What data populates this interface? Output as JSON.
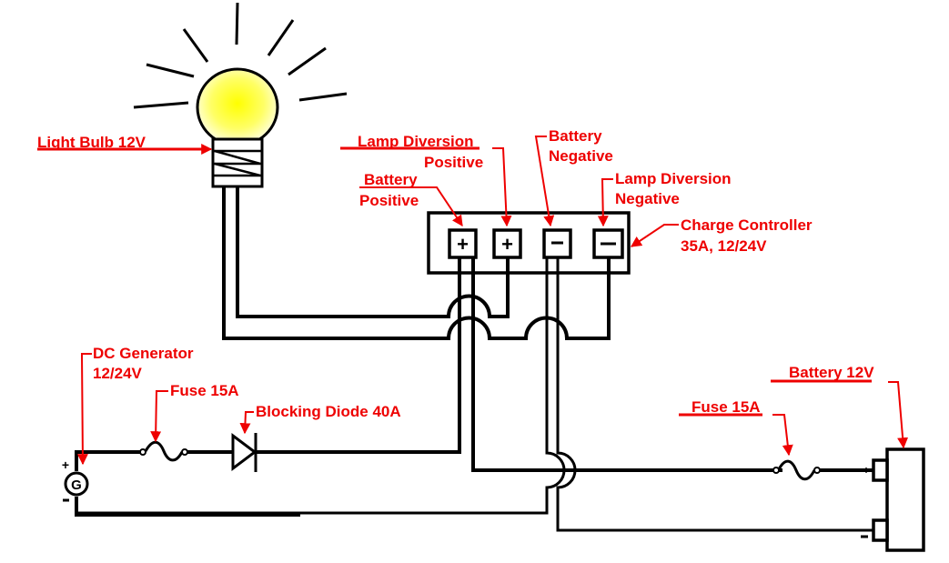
{
  "diagram": {
    "title": "Small Wind/DC Generator Charging Circuit with Lamp Diversion",
    "colors": {
      "label": "#ee0000",
      "wire": "#000000",
      "bulb_glow": "#ffff00",
      "background": "#ffffff"
    },
    "components": {
      "light_bulb": {
        "label": "Light Bulb 12V"
      },
      "lamp_diversion_positive": {
        "line1": "Lamp Diversion",
        "line2": "Positive",
        "terminal_symbol": "+"
      },
      "battery_negative_terminal": {
        "line1": "Battery",
        "line2": "Negative",
        "terminal_symbol": "−"
      },
      "battery_positive_terminal": {
        "line1": "Battery",
        "line2": "Positive",
        "terminal_symbol": "+"
      },
      "lamp_diversion_negative": {
        "line1": "Lamp Diversion",
        "line2": "Negative",
        "terminal_symbol": "−"
      },
      "charge_controller": {
        "line1": "Charge Controller",
        "line2": "35A, 12/24V"
      },
      "dc_generator": {
        "line1": "DC Generator",
        "line2": "12/24V",
        "symbol": "G",
        "pos_mark": "+",
        "neg_mark": "−"
      },
      "generator_fuse": {
        "label": "Fuse 15A"
      },
      "blocking_diode": {
        "label": "Blocking Diode 40A"
      },
      "battery_fuse": {
        "label": "Fuse 15A"
      },
      "battery": {
        "label": "Battery 12V",
        "pos_mark": "+",
        "neg_mark": "−"
      }
    }
  }
}
